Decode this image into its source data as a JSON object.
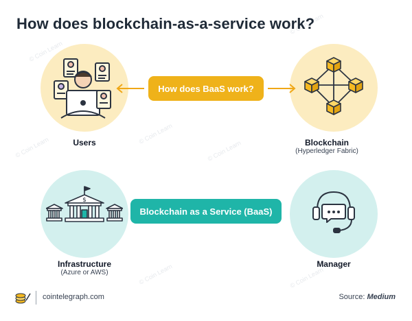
{
  "title": "How does blockchain-as-a-service work?",
  "center_top": "How does BaaS work?",
  "center_bottom": "Blockchain as a Service (BaaS)",
  "nodes": {
    "users": {
      "label": "Users"
    },
    "blockchain": {
      "label": "Blockchain",
      "sub": "(Hyperledger Fabric)"
    },
    "infrastructure": {
      "label": "Infrastructure",
      "sub": "(Azure or AWS)"
    },
    "manager": {
      "label": "Manager"
    }
  },
  "footer": {
    "site": "cointelegraph.com",
    "source_prefix": "Source: ",
    "source_name": "Medium"
  },
  "colors": {
    "yellow_circle": "#fcecc0",
    "teal_circle": "#d3f0ee",
    "yellow_pill": "#efb21a",
    "teal_pill": "#1fb5a8",
    "arrow": "#f0a716"
  },
  "icons": [
    "users-icon",
    "blockchain-cubes-icon",
    "institution-buildings-icon",
    "headset-chat-icon",
    "cointelegraph-logo"
  ]
}
